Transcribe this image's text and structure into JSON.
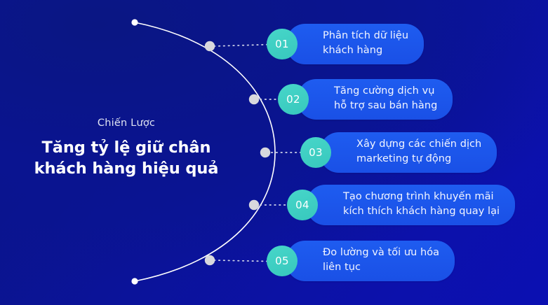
{
  "headline": {
    "eyebrow": "Chiến Lược",
    "title": "Tăng tỷ lệ giữ chân\nkhách hàng hiệu quả"
  },
  "steps": [
    {
      "number": "01",
      "text": "Phân tích dữ liệu\nkhách hàng"
    },
    {
      "number": "02",
      "text": "Tăng cường dịch vụ\nhỗ trợ sau bán hàng"
    },
    {
      "number": "03",
      "text": "Xây dựng các chiến dịch\nmarketing tự động"
    },
    {
      "number": "04",
      "text": "Tạo chương trình khuyến mãi\nkích thích khách hàng quay lại"
    },
    {
      "number": "05",
      "text": "Đo lường và tối ưu hóa\nliên tục"
    }
  ],
  "colors": {
    "background_dark": "#0a1583",
    "background_light": "#0b10b2",
    "pill": "#1a56e8",
    "badge": "#3dd0c4",
    "arc_line": "#ffffff",
    "node_dot": "#d8d8dd",
    "title_text": "#ffffff",
    "eyebrow_text": "#dfe3f2"
  }
}
